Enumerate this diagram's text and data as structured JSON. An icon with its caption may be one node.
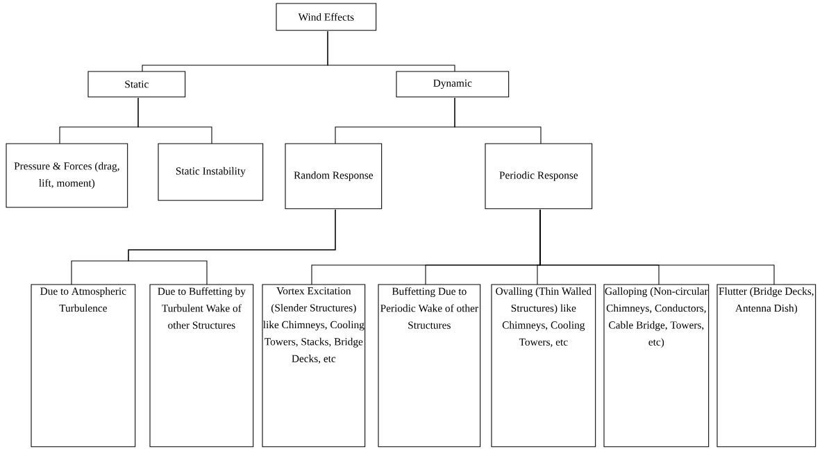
{
  "diagram": {
    "nodes": [
      {
        "text": [
          "Wind Effects"
        ]
      },
      {
        "text": [
          "Static"
        ]
      },
      {
        "text": [
          "Dynamic"
        ]
      },
      {
        "text": [
          "Pressure & Forces (drag, lift, moment)"
        ]
      },
      {
        "text": [
          "Static Instability"
        ]
      },
      {
        "text": [
          "Random Response"
        ]
      },
      {
        "text": [
          "Periodic Response"
        ]
      },
      {
        "text": [
          "Due to Atmospheric Turbulence"
        ]
      },
      {
        "text": [
          "Due to Buffetting by Turbulent Wake of other Structures"
        ]
      },
      {
        "text": [
          "Vortex Excitation (Slender Structures) like Chimneys, Cooling Towers, Stacks, Bridge Decks, etc"
        ]
      },
      {
        "text": [
          "Buffetting Due to Periodic Wake of other Structures"
        ]
      },
      {
        "text": [
          "Ovalling (Thin Walled Structures) like Chimneys, Cooling Towers, etc"
        ]
      },
      {
        "text": [
          "Galloping (Non-circular Chimneys, Conductors, Cable Bridge, Towers, etc)"
        ]
      },
      {
        "text": [
          "Flutter (Bridge Decks, Antenna Dish)"
        ]
      }
    ],
    "edges": [
      {
        "from": 0,
        "to": 1,
        "arrow": "none"
      },
      {
        "from": 0,
        "to": 2,
        "arrow": "none"
      },
      {
        "from": 1,
        "to": 3,
        "arrow": "none"
      },
      {
        "from": 1,
        "to": 4,
        "arrow": "none"
      },
      {
        "from": 2,
        "to": 5,
        "arrow": "none"
      },
      {
        "from": 2,
        "to": 6,
        "arrow": "none"
      },
      {
        "from": 5,
        "to": 7,
        "arrow": "none"
      },
      {
        "from": 5,
        "to": 8,
        "arrow": "none"
      },
      {
        "from": 6,
        "to": 9,
        "arrow": "none"
      },
      {
        "from": 6,
        "to": 10,
        "arrow": "none"
      },
      {
        "from": 6,
        "to": 11,
        "arrow": "none"
      },
      {
        "from": 6,
        "to": 12,
        "arrow": "none"
      },
      {
        "from": 6,
        "to": 13,
        "arrow": "none"
      }
    ]
  }
}
